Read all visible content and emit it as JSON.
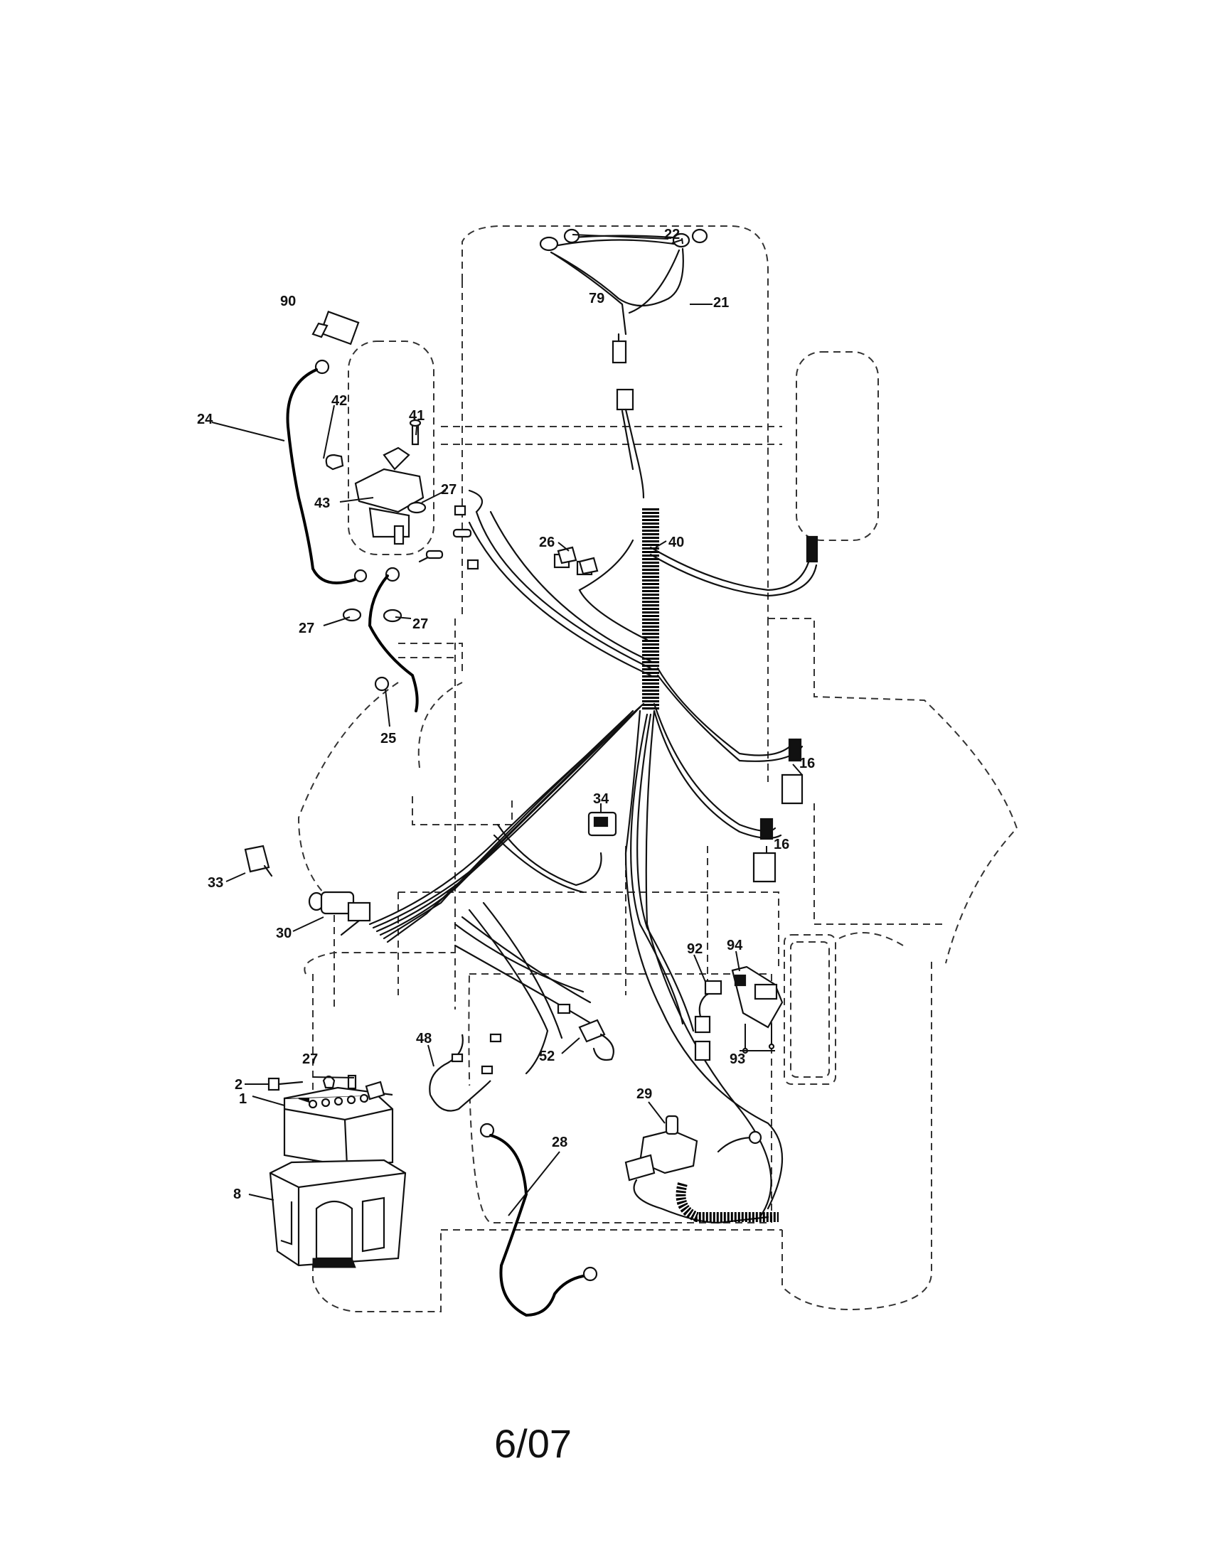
{
  "callouts": [
    {
      "id": "1",
      "label": "1"
    },
    {
      "id": "2",
      "label": "2"
    },
    {
      "id": "8",
      "label": "8"
    },
    {
      "id": "16a",
      "label": "16"
    },
    {
      "id": "16b",
      "label": "16"
    },
    {
      "id": "21",
      "label": "21"
    },
    {
      "id": "22",
      "label": "22"
    },
    {
      "id": "24",
      "label": "24"
    },
    {
      "id": "25",
      "label": "25"
    },
    {
      "id": "26",
      "label": "26"
    },
    {
      "id": "27a",
      "label": "27"
    },
    {
      "id": "27b",
      "label": "27"
    },
    {
      "id": "27c",
      "label": "27"
    },
    {
      "id": "27d",
      "label": "27"
    },
    {
      "id": "28",
      "label": "28"
    },
    {
      "id": "29",
      "label": "29"
    },
    {
      "id": "30",
      "label": "30"
    },
    {
      "id": "33",
      "label": "33"
    },
    {
      "id": "34",
      "label": "34"
    },
    {
      "id": "40",
      "label": "40"
    },
    {
      "id": "41",
      "label": "41"
    },
    {
      "id": "42",
      "label": "42"
    },
    {
      "id": "43",
      "label": "43"
    },
    {
      "id": "48",
      "label": "48"
    },
    {
      "id": "52",
      "label": "52"
    },
    {
      "id": "79",
      "label": "79"
    },
    {
      "id": "90",
      "label": "90"
    },
    {
      "id": "92",
      "label": "92"
    },
    {
      "id": "93",
      "label": "93"
    },
    {
      "id": "94",
      "label": "94"
    }
  ],
  "footer": {
    "date_code": "6/07"
  }
}
